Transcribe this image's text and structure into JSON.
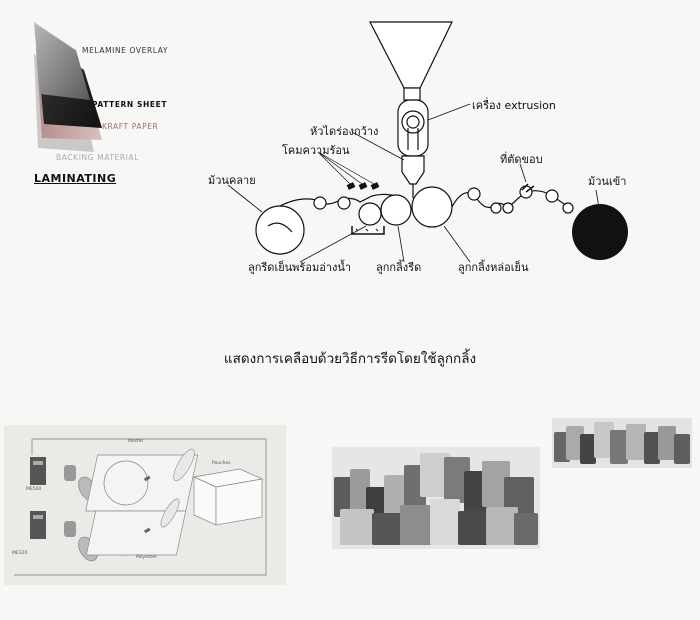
{
  "laminating": {
    "title": "LAMINATING",
    "layers": [
      "MELAMINE OVERLAY",
      "PATTERN SHEET",
      "KRAFT PAPER",
      "BACKING MATERIAL"
    ]
  },
  "extrusion": {
    "labels": {
      "extruder": "เครื่อง extrusion",
      "die": "หัวไดร่องกว้าง",
      "heater": "โคมความร้อน",
      "unwind": "ม้วนคลาย",
      "trimmer": "ที่ตัดขอบ",
      "rewind": "ม้วนเข้า",
      "pressure_roll_bath": "ลูกรีดเย็นพร้อมอ่างน้ำ",
      "nip_roll": "ลูกกลิ้งรีด",
      "chill_roll": "ลูกกลิ้งหล่อเย็น"
    }
  },
  "caption": "แสดงการเคลือบด้วยวิธีการรีดโดยใช้ลูกกลิ้ง",
  "machine_panel": {
    "labels": [
      "Master",
      "ME500",
      "ME320",
      "Polyester",
      "Pouches"
    ]
  }
}
